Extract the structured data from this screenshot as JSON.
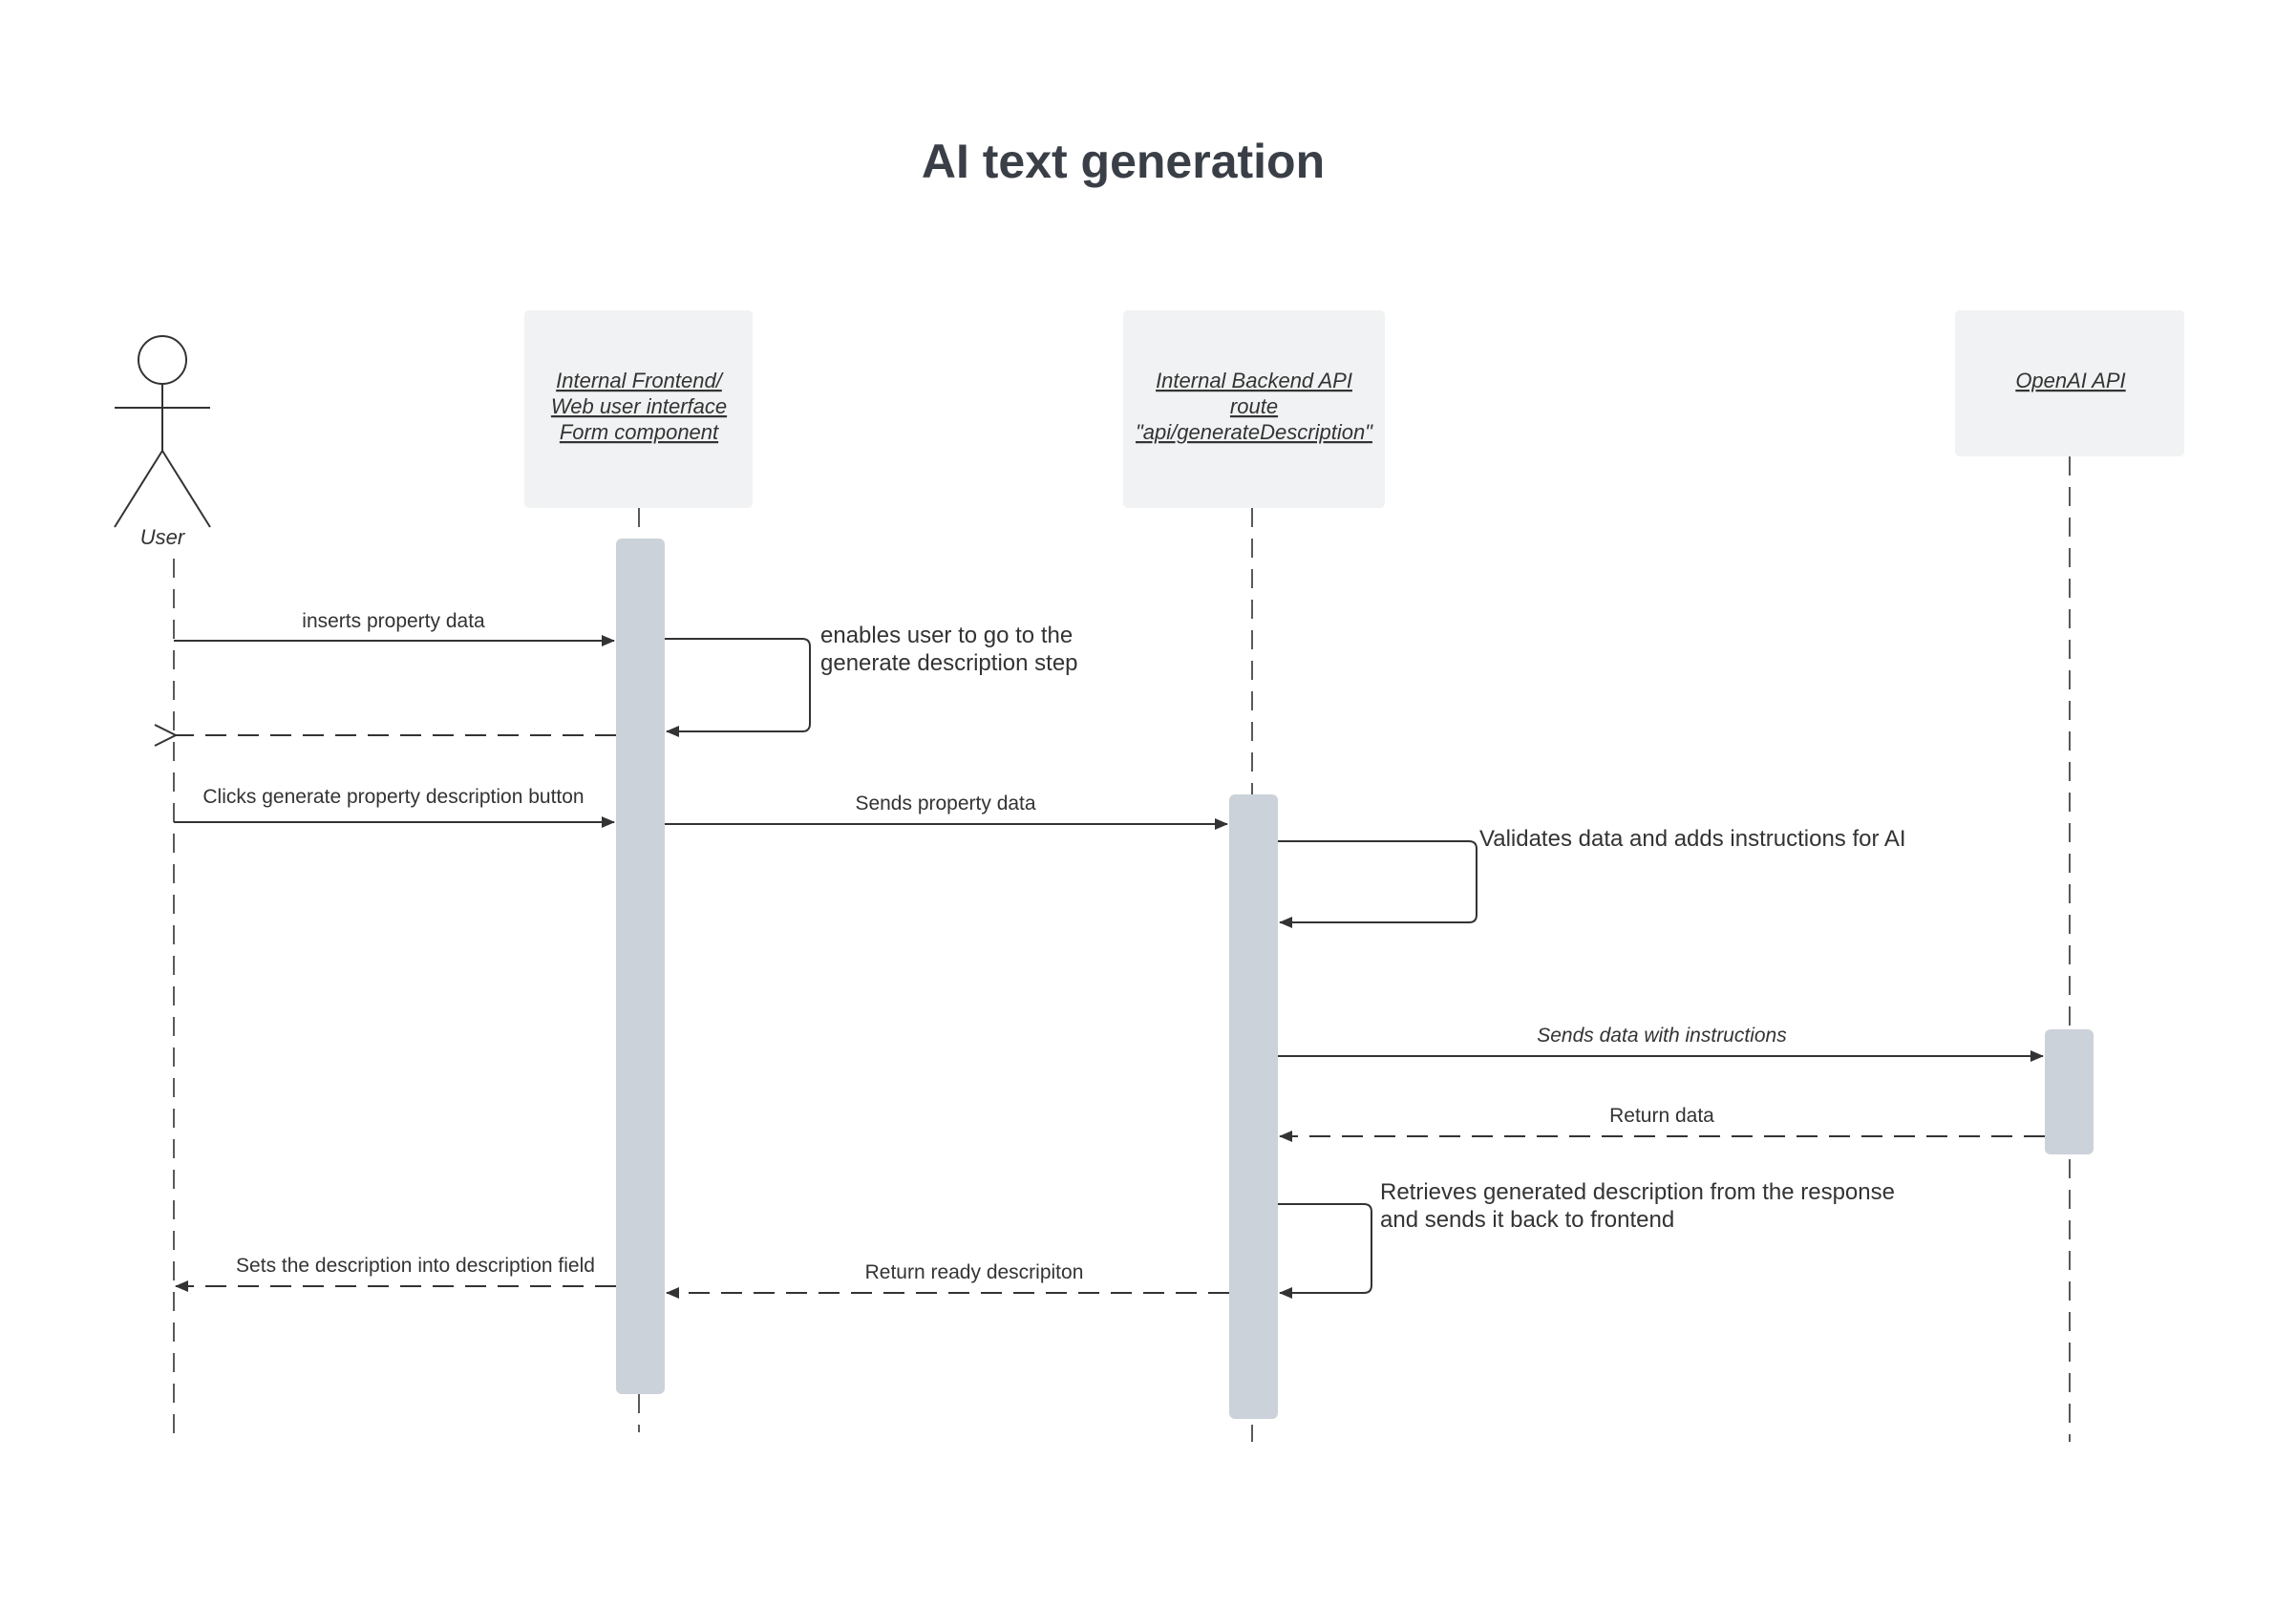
{
  "title": "AI text generation",
  "participants": {
    "user": {
      "label": "User"
    },
    "frontend": {
      "lines": [
        "Internal Frontend/",
        "Web user interface",
        "Form component"
      ]
    },
    "backend": {
      "lines": [
        "Internal Backend API",
        "route",
        "\"api/generateDescription\""
      ]
    },
    "openai": {
      "lines": [
        "OpenAI API"
      ]
    }
  },
  "messages": {
    "m1": "inserts property data",
    "m2_note": [
      "enables user to go to the",
      "generate description step"
    ],
    "m4": "Clicks generate property description button",
    "m5": "Sends property data",
    "m6_note": "Validates data and adds instructions for AI",
    "m7": "Sends data with instructions",
    "m8": "Return data",
    "m9_note": [
      "Retrieves generated description from the response",
      "and sends it back to frontend"
    ],
    "m10": "Return ready descripiton",
    "m11": "Sets the description into description field"
  },
  "colors": {
    "activation": "#ccd2d9",
    "participant_box": "#f1f2f3",
    "line": "#333333",
    "title": "#3a3f47"
  }
}
